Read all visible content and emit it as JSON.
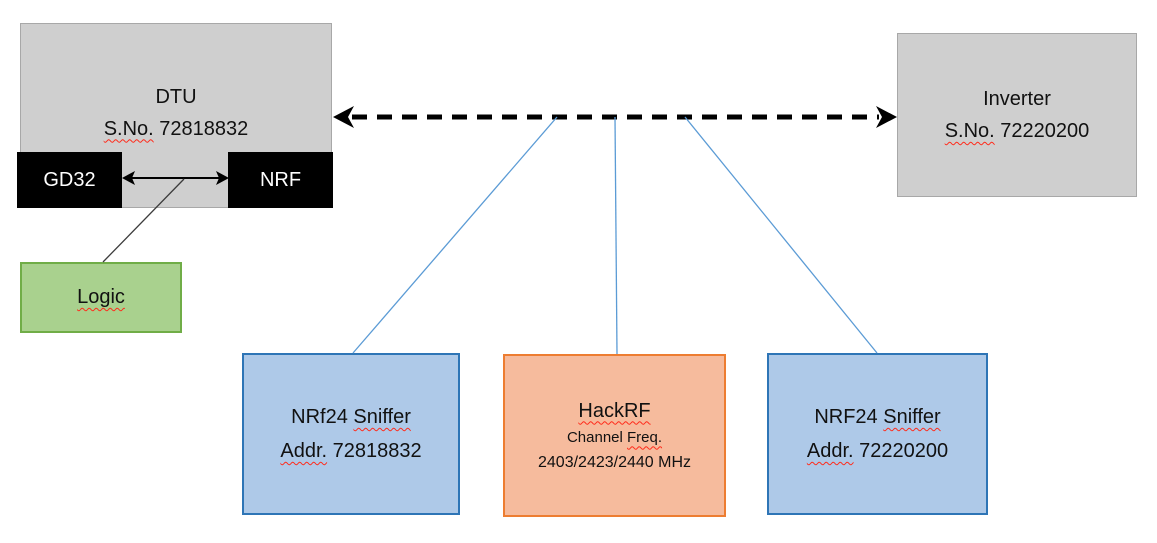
{
  "colors": {
    "box_gray_fill": "#cfcfcf",
    "box_gray_border": "#a8a8a8",
    "black_fill": "#000000",
    "green_fill": "#a9d18e",
    "green_border": "#70ad47",
    "blue_fill": "#aec9e8",
    "blue_border": "#2e75b6",
    "orange_fill": "#f6bb9d",
    "orange_border": "#ed7d31",
    "connector_blue": "#5b9bd5",
    "line_black": "#000000",
    "text": "#111111",
    "spellcheck_red": "#ff2a1a"
  },
  "nodes": {
    "dtu": {
      "title": "DTU",
      "serial_prefix": "S.No.",
      "serial_number": "72818832"
    },
    "gd32": {
      "label": "GD32"
    },
    "nrf": {
      "label": "NRF"
    },
    "logic": {
      "label": "Logic"
    },
    "inverter": {
      "title": "Inverter",
      "serial_prefix": "S.No.",
      "serial_number": "72220200"
    },
    "sniffer_left": {
      "title_prefix": "NRf24",
      "title_word": "Sniffer",
      "addr_label": "Addr.",
      "addr_value": "72818832"
    },
    "hackrf": {
      "title": "HackRF",
      "subtitle_prefix": "Channel",
      "subtitle_word": "Freq.",
      "frequencies": "2403/2423/2440 MHz"
    },
    "sniffer_right": {
      "title_prefix": "NRF24",
      "title_word": "Sniffer",
      "addr_label": "Addr.",
      "addr_value": "72220200"
    }
  }
}
